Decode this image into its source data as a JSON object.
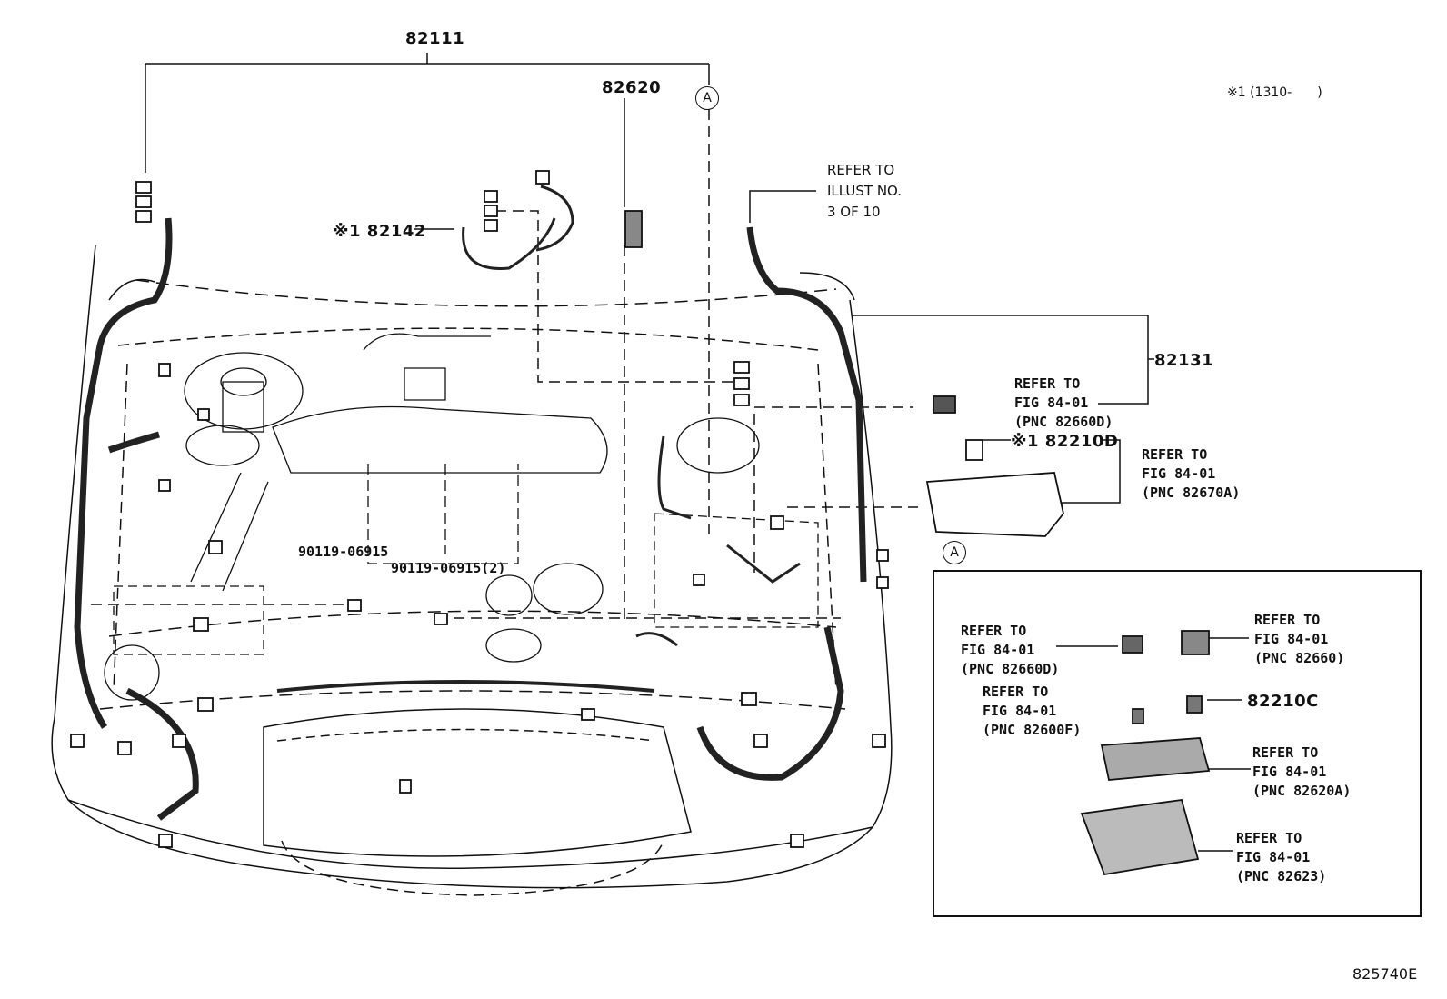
{
  "parts": {
    "harness_main": "82111",
    "clamp": "82620",
    "harness_sub": "※1 82142",
    "harness_right": "82131",
    "relay_d": "※1 82210D",
    "relay_c": "82210C",
    "bolt_a": "90119-06915",
    "bolt_b": "90119-06915(2)"
  },
  "callout_marker": "A",
  "note": "※1 (1310-　　)",
  "illust_ref": {
    "l1": "REFER TO",
    "l2": "ILLUST NO.",
    "l3": "3 OF 10"
  },
  "refs": [
    {
      "l1": "REFER TO",
      "l2": "FIG 84-01",
      "l3": "(PNC 82660D)"
    },
    {
      "l1": "REFER TO",
      "l2": "FIG 84-01",
      "l3": "(PNC 82670A)"
    },
    {
      "l1": "REFER TO",
      "l2": "FIG 84-01",
      "l3": "(PNC 82660D)"
    },
    {
      "l1": "REFER TO",
      "l2": "FIG 84-01",
      "l3": "(PNC 82660)"
    },
    {
      "l1": "REFER TO",
      "l2": "FIG 84-01",
      "l3": "(PNC 82600F)"
    },
    {
      "l1": "REFER TO",
      "l2": "FIG 84-01",
      "l3": "(PNC 82620A)"
    },
    {
      "l1": "REFER TO",
      "l2": "FIG 84-01",
      "l3": "(PNC 82623)"
    }
  ],
  "illustration_id": "825740E"
}
